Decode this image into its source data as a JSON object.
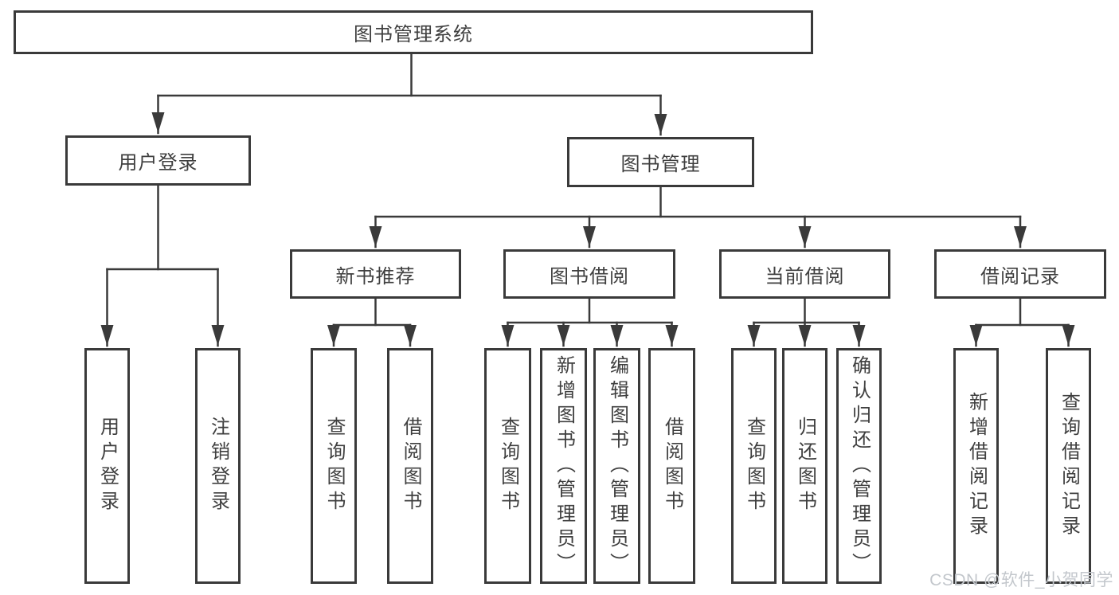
{
  "tree": {
    "root": {
      "label": "图书管理系统",
      "children": [
        {
          "label": "用户登录",
          "children": [
            {
              "label": "用户登录"
            },
            {
              "label": "注销登录"
            }
          ]
        },
        {
          "label": "图书管理",
          "children": [
            {
              "label": "新书推荐",
              "children": [
                {
                  "label": "查询图书"
                },
                {
                  "label": "借阅图书"
                }
              ]
            },
            {
              "label": "图书借阅",
              "children": [
                {
                  "label": "查询图书"
                },
                {
                  "label": "新增图书（管理员）"
                },
                {
                  "label": "编辑图书（管理员）"
                },
                {
                  "label": "借阅图书"
                }
              ]
            },
            {
              "label": "当前借阅",
              "children": [
                {
                  "label": "查询图书"
                },
                {
                  "label": "归还图书"
                },
                {
                  "label": "确认归还（管理员）"
                }
              ]
            },
            {
              "label": "借阅记录",
              "children": [
                {
                  "label": "新增借阅记录"
                },
                {
                  "label": "查询借阅记录"
                }
              ]
            }
          ]
        }
      ]
    }
  },
  "watermark": {
    "text": "CSDN @软件_小贺同学"
  },
  "colors": {
    "line": "#3a3a3a",
    "text": "#3f3f3f",
    "background": "#ffffff",
    "watermark": "#c3c7cc"
  }
}
